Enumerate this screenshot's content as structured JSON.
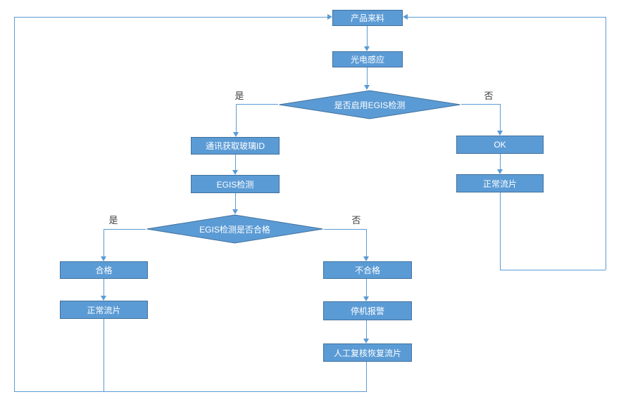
{
  "diagram": {
    "nodes": {
      "product_incoming": "产品来料",
      "photo_sensor": "光电感应",
      "decision_enable_egis": "是否启用EGIS检测",
      "get_glass_id": "通讯获取玻璃ID",
      "egis_detect": "EGIS检测",
      "decision_egis_pass": "EGIS检测是否合格",
      "qualified": "合格",
      "normal_flow_left": "正常流片",
      "unqualified": "不合格",
      "stop_alarm": "停机报警",
      "manual_review": "人工复核恢复流片",
      "ok": "OK",
      "normal_flow_right": "正常流片"
    },
    "branch_labels": {
      "d1_yes": "是",
      "d1_no": "否",
      "d2_yes": "是",
      "d2_no": "否"
    },
    "colors": {
      "node_fill": "#5B9BD5",
      "node_border": "#41719C",
      "connector": "#5B9BD5",
      "node_text": "#FFFFFF",
      "branch_label_text": "#404040"
    }
  }
}
